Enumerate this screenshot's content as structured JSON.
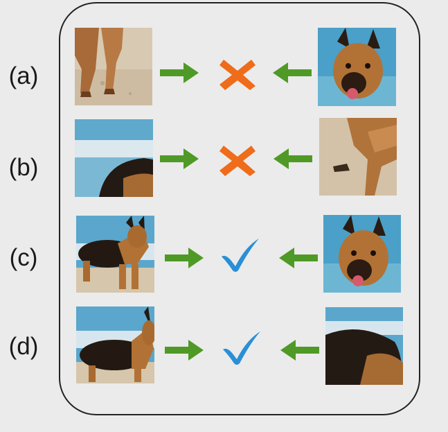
{
  "rows": [
    {
      "label": "(a)",
      "left_image": "dog-legs-on-sand",
      "right_image": "dog-head-closeup",
      "verdict": "mismatch",
      "verdict_icon": "cross-icon"
    },
    {
      "label": "(b)",
      "left_image": "dog-back-with-waves",
      "right_image": "dog-front-leg-on-sand",
      "verdict": "mismatch",
      "verdict_icon": "cross-icon"
    },
    {
      "label": "(c)",
      "left_image": "dog-full-body",
      "right_image": "dog-head-closeup",
      "verdict": "match",
      "verdict_icon": "check-icon"
    },
    {
      "label": "(d)",
      "left_image": "dog-full-body-side",
      "right_image": "dog-back-closeup",
      "verdict": "match",
      "verdict_icon": "check-icon"
    }
  ],
  "colors": {
    "arrow": "#4f9a26",
    "cross": "#ef6c1a",
    "check": "#2a8fd6",
    "frame": "#222222",
    "background": "#ebebeb"
  }
}
